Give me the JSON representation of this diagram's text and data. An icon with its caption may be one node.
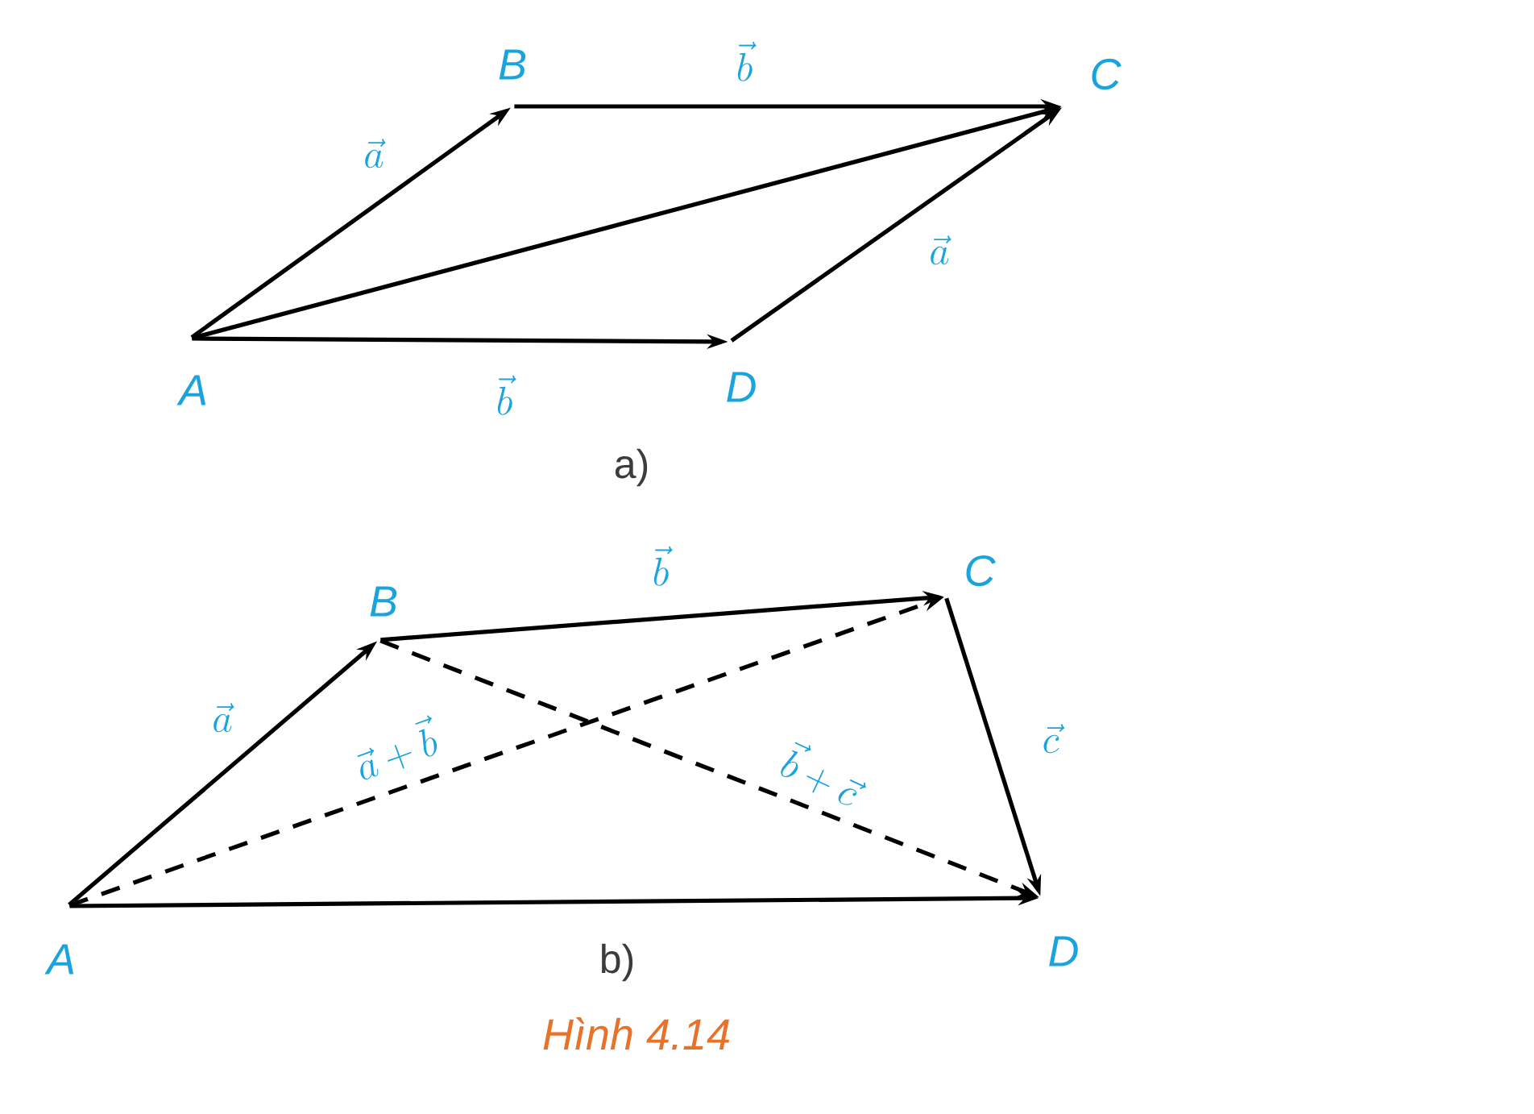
{
  "diagram": {
    "caption": "Hình 4.14",
    "nodes": [
      {
        "text": [
          "A"
        ]
      },
      {
        "text": [
          "B"
        ]
      },
      {
        "text": [
          "C"
        ]
      },
      {
        "text": [
          "D"
        ]
      },
      {
        "text": [
          "A"
        ]
      },
      {
        "text": [
          "B"
        ]
      },
      {
        "text": [
          "C"
        ]
      },
      {
        "text": [
          "D"
        ]
      }
    ],
    "edges": [
      {
        "from": 0,
        "to": 1,
        "arrow": "to",
        "label": "\\vec{a}"
      },
      {
        "from": 1,
        "to": 2,
        "arrow": "to",
        "label": "\\vec{b}"
      },
      {
        "from": 0,
        "to": 2,
        "arrow": "to"
      },
      {
        "from": 3,
        "to": 2,
        "arrow": "to",
        "label": "\\vec{a}"
      },
      {
        "from": 0,
        "to": 3,
        "arrow": "to",
        "label": "\\vec{b}"
      },
      {
        "from": 4,
        "to": 5,
        "arrow": "to",
        "label": "\\vec{a}"
      },
      {
        "from": 5,
        "to": 6,
        "arrow": "to",
        "label": "\\vec{b}"
      },
      {
        "from": 6,
        "to": 7,
        "arrow": "to",
        "label": "\\vec{c}"
      },
      {
        "from": 4,
        "to": 7,
        "arrow": "to"
      },
      {
        "from": 4,
        "to": 6,
        "arrow": "to",
        "style": "dashed",
        "label": "\\vec{a}+\\vec{b}"
      },
      {
        "from": 5,
        "to": 7,
        "arrow": "to",
        "style": "dashed",
        "label": "\\vec{b}+\\vec{c}"
      }
    ],
    "labels": [
      "a)",
      "b)"
    ]
  }
}
